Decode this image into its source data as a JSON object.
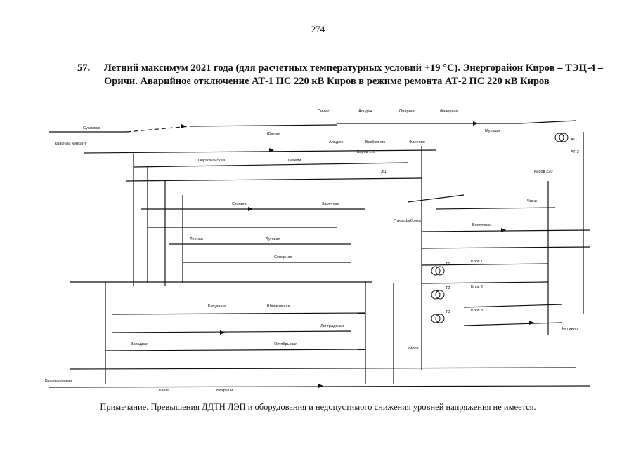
{
  "page": {
    "number": "274"
  },
  "section": {
    "number": "57.",
    "title": "Летний максимум 2021 года (для расчетных температурных условий +19 °С). Энергорайон Киров – ТЭЦ-4 – Оричи. Аварийное отключение АТ-1 ПС 220 кВ Киров в режиме ремонта АТ-2 ПС 220 кВ Киров"
  },
  "note": {
    "text": "Примечание. Превышения ДДТН ЛЭП и оборудования и недопустимого снижения уровней напряжения не имеется."
  },
  "diagram": {
    "labels": {
      "suslovka": "Сусловка",
      "krasny_kursant": "Красный Курсант",
      "pinyug": "Пинюг",
      "aldyuzh": "Альдеж",
      "opary": "Опарино",
      "fornaya": "Фаворная",
      "murashi": "Мураши",
      "yuzhnaya": "Южная",
      "aldeshka": "Альдеж",
      "bezbozhnik": "Безбожник",
      "faleevo": "Фалеево",
      "kirov_110": "Киров 110",
      "kirov_220": "Киров 220",
      "pervomayskaya": "Первомайская",
      "sheveli": "Шевели",
      "tets": "ТЭЦ",
      "skopino": "Скопино",
      "zarechnaya": "Заречная",
      "chizhi": "Чижи",
      "vostochnaya": "Восточная",
      "ptitsefabrika": "Птицефабрика",
      "lesnaya": "Лесная",
      "lugovaya": "Луговая",
      "severnaya": "Северная",
      "bitumnoe": "Битумное",
      "shlyukovskaya": "Шлюковская",
      "zapadnaya": "Западная",
      "oktyabrskaya": "Октябрьская",
      "lengradskaya": "Ленградская",
      "kirov_tr": "Киров",
      "ketmin": "Кетмино",
      "krasnogorskaya": "Красногорская",
      "bakhta": "Бахта",
      "vakhrushi": "Вахруши",
      "blok1": "Блок 1",
      "blok2": "Блок 2",
      "blok3": "Блок 3",
      "t1": "Т1",
      "t2": "Т2",
      "t3": "Т3",
      "at1": "АТ-1",
      "at2": "АТ-2"
    }
  }
}
